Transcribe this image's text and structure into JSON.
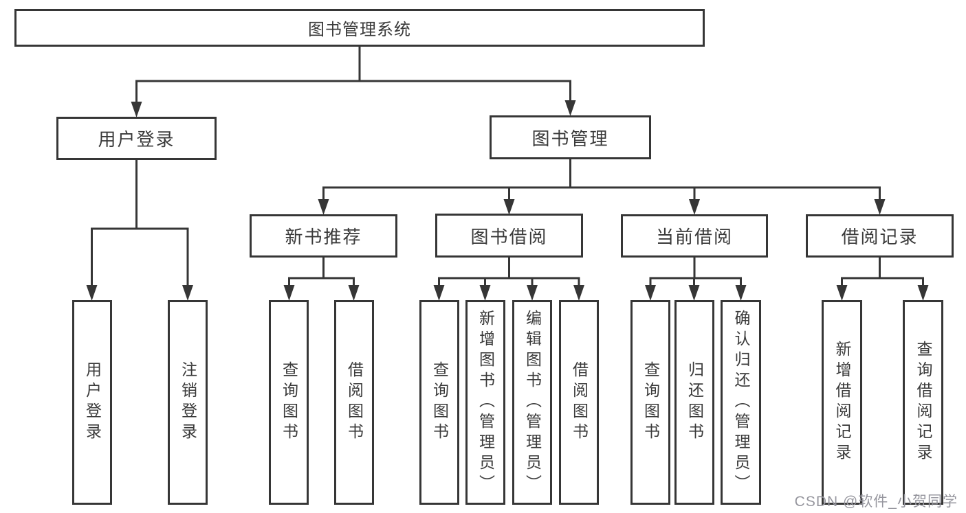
{
  "diagram": {
    "title": "图书管理系统",
    "tree": {
      "label": "图书管理系统",
      "children": [
        {
          "label": "用户登录",
          "children": [
            {
              "label": "用户登录"
            },
            {
              "label": "注销登录"
            }
          ]
        },
        {
          "label": "图书管理",
          "children": [
            {
              "label": "新书推荐",
              "children": [
                {
                  "label": "查询图书"
                },
                {
                  "label": "借阅图书"
                }
              ]
            },
            {
              "label": "图书借阅",
              "children": [
                {
                  "label": "查询图书"
                },
                {
                  "label": "新增图书（管理员）"
                },
                {
                  "label": "编辑图书（管理员）"
                },
                {
                  "label": "借阅图书"
                }
              ]
            },
            {
              "label": "当前借阅",
              "children": [
                {
                  "label": "查询图书"
                },
                {
                  "label": "归还图书"
                },
                {
                  "label": "确认归还（管理员）"
                }
              ]
            },
            {
              "label": "借阅记录",
              "children": [
                {
                  "label": "新增借阅记录"
                },
                {
                  "label": "查询借阅记录"
                }
              ]
            }
          ]
        }
      ]
    },
    "colors": {
      "line": "#363636",
      "text": "#3a3a3a",
      "watermark_text": "#96969e",
      "background": "#ffffff"
    }
  },
  "watermark": {
    "text": "CSDN @软件_小贺同学"
  }
}
